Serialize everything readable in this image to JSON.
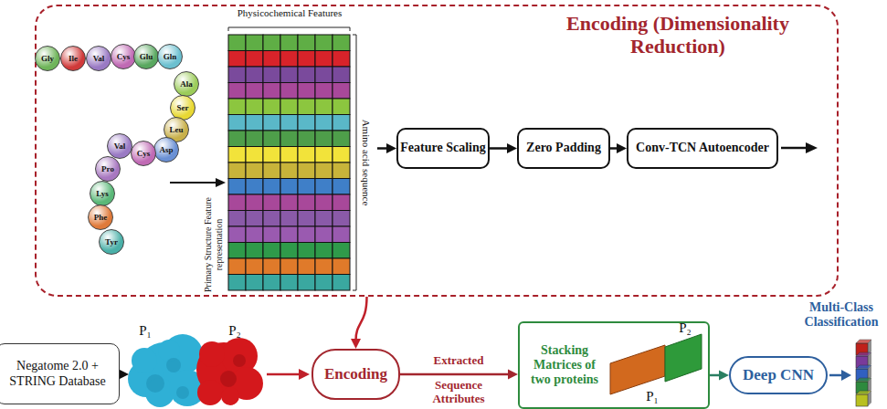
{
  "diagram": {
    "nodes": [
      {
        "text": [
          "Encoding (Dimensionality Reduction)"
        ]
      },
      {
        "text": [
          "Gly"
        ],
        "in": 0
      },
      {
        "text": [
          "Ile"
        ],
        "in": 0
      },
      {
        "text": [
          "Val"
        ],
        "in": 0
      },
      {
        "text": [
          "Cys"
        ],
        "in": 0
      },
      {
        "text": [
          "Glu"
        ],
        "in": 0
      },
      {
        "text": [
          "Gln"
        ],
        "in": 0
      },
      {
        "text": [
          "Ala"
        ],
        "in": 0
      },
      {
        "text": [
          "Ser"
        ],
        "in": 0
      },
      {
        "text": [
          "Leu"
        ],
        "in": 0
      },
      {
        "text": [
          "Asp"
        ],
        "in": 0
      },
      {
        "text": [
          "Cys"
        ],
        "in": 0
      },
      {
        "text": [
          "Val"
        ],
        "in": 0
      },
      {
        "text": [
          "Pro"
        ],
        "in": 0
      },
      {
        "text": [
          "Lys"
        ],
        "in": 0
      },
      {
        "text": [
          "Phe"
        ],
        "in": 0
      },
      {
        "text": [
          "Tyr"
        ],
        "in": 0
      },
      {
        "text": [
          "Physicochemical Features",
          "Amino acid sequence"
        ],
        "in": 0
      },
      {
        "text": [
          "Feature Scaling"
        ],
        "in": 0
      },
      {
        "text": [
          "Zero Padding"
        ],
        "in": 0
      },
      {
        "text": [
          "Conv-TCN Autoencoder"
        ],
        "in": 0
      },
      {
        "text": [
          "Negatome 2.0 + STRING Database"
        ]
      },
      {
        "text": [
          "Encoding"
        ]
      },
      {
        "text": [
          "Stacking Matrices of two proteins"
        ]
      },
      {
        "text": [
          "Deep CNN"
        ]
      }
    ],
    "edges": [
      {
        "from": 17,
        "to": 18,
        "arrow": "to"
      },
      {
        "from": 18,
        "to": 19,
        "arrow": "to"
      },
      {
        "from": 19,
        "to": 20,
        "arrow": "to"
      },
      {
        "from": 0,
        "to": 22,
        "arrow": "to"
      },
      {
        "from": 22,
        "to": 23,
        "arrow": "to"
      },
      {
        "from": 23,
        "to": 24,
        "arrow": "to"
      }
    ],
    "labels": [
      "Primary Structure Feature representation",
      "P₁",
      "P₂",
      "Extracted",
      "Sequence Attributes",
      "P₂",
      "P₁",
      "Multi-Class Classification"
    ]
  }
}
